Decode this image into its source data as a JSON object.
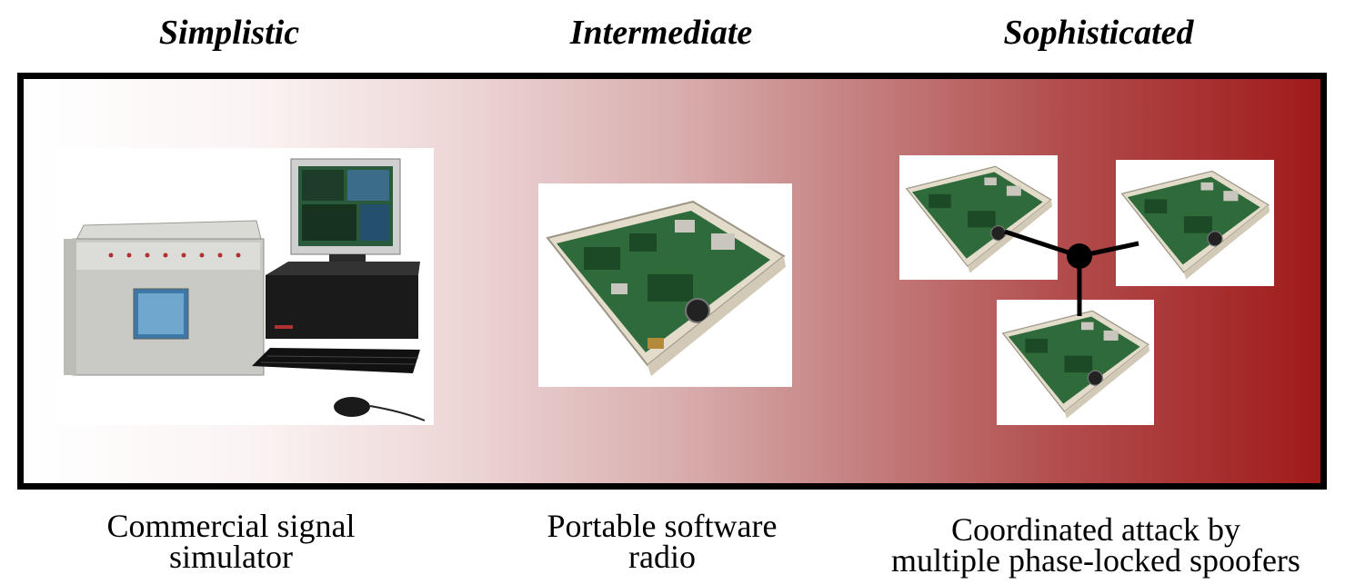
{
  "headings": {
    "simplistic": "Simplistic",
    "intermediate": "Intermediate",
    "sophisticated": "Sophisticated"
  },
  "captions": {
    "simplistic": [
      "Commercial signal",
      "simulator"
    ],
    "intermediate": [
      "Portable software",
      "radio"
    ],
    "sophisticated": [
      "Coordinated attack by",
      "multiple phase-locked spoofers"
    ]
  },
  "colors": {
    "gradient_start": "#ffffff",
    "gradient_end": "#a01a1a",
    "frame_border": "#000000",
    "pcb_green": "#2f6b3a",
    "case_beige": "#e3dccb"
  },
  "images": {
    "simplistic": "commercial-signal-simulator-photo",
    "intermediate": "portable-software-radio-photo",
    "sophisticated": "software-radio-photo"
  }
}
